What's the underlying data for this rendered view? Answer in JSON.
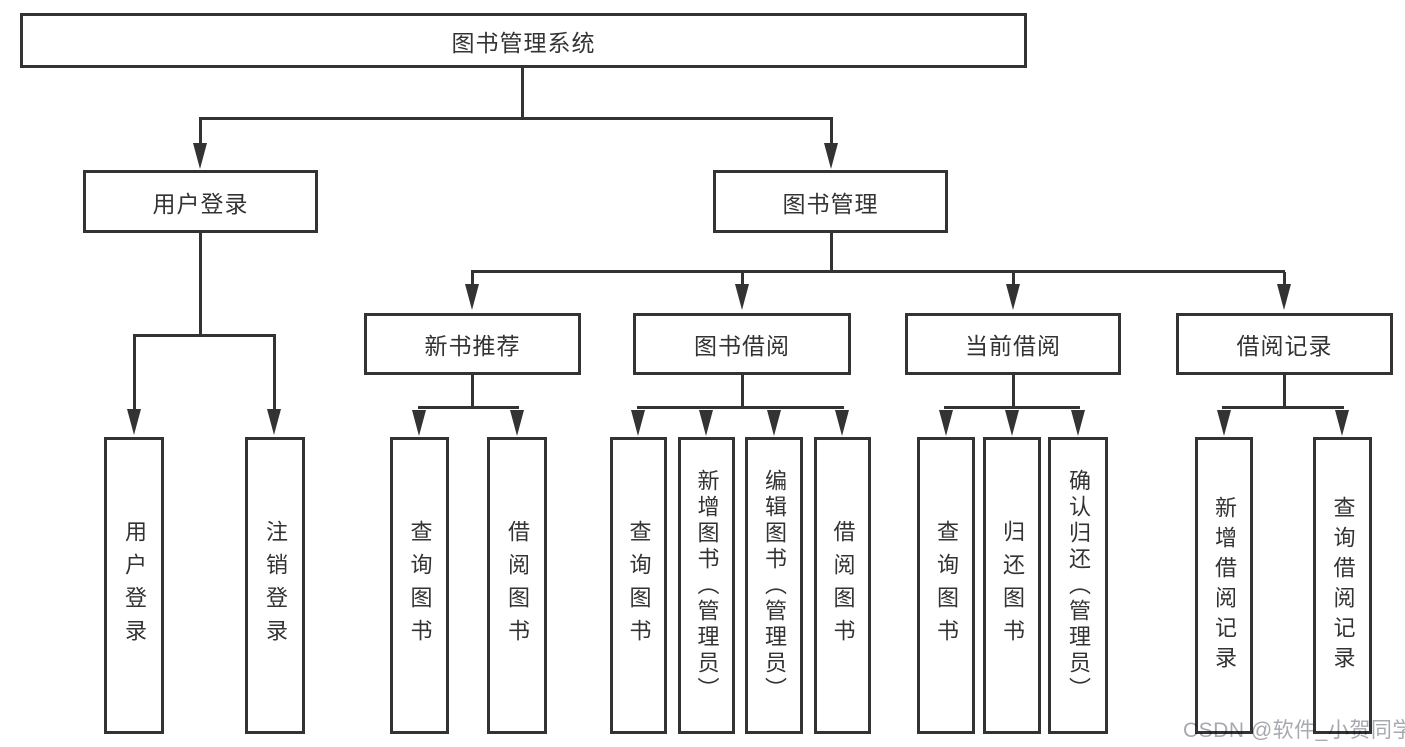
{
  "tree": {
    "root": {
      "label": "图书管理系统"
    },
    "user_login": {
      "label": "用户登录",
      "children": [
        {
          "label": "用户登录"
        },
        {
          "label": "注销登录"
        }
      ]
    },
    "book_mgmt": {
      "label": "图书管理",
      "sections": [
        {
          "label": "新书推荐",
          "children": [
            {
              "label": "查询图书"
            },
            {
              "label": "借阅图书"
            }
          ]
        },
        {
          "label": "图书借阅",
          "children": [
            {
              "label": "查询图书"
            },
            {
              "label": "新增图书（管理员）"
            },
            {
              "label": "编辑图书（管理员）"
            },
            {
              "label": "借阅图书"
            }
          ]
        },
        {
          "label": "当前借阅",
          "children": [
            {
              "label": "查询图书"
            },
            {
              "label": "归还图书"
            },
            {
              "label": "确认归还（管理员）"
            }
          ]
        },
        {
          "label": "借阅记录",
          "children": [
            {
              "label": "新增借阅记录"
            },
            {
              "label": "查询借阅记录"
            }
          ]
        }
      ]
    }
  },
  "watermark": {
    "text": "CSDN @软件_小贺同学"
  },
  "colors": {
    "line": "#333333",
    "text": "#333333",
    "watermark": "#a7a9af",
    "background": "#ffffff"
  }
}
